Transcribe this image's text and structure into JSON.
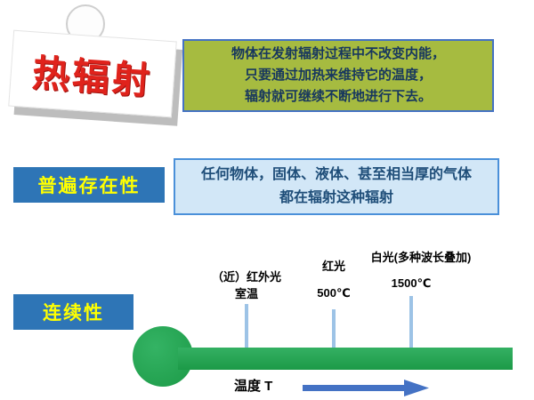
{
  "slide": {
    "title": "热辐射",
    "intro": {
      "lines": [
        "物体在发射辐射过程中不改变内能，",
        "只要通过加热来维持它的温度，",
        "辐射就可继续不断地进行下去。"
      ]
    },
    "ubiquity": {
      "label": "普遍存在性",
      "lines": [
        "任何物体，固体、液体、甚至相当厚的气体",
        "都在辐射这种辐射"
      ]
    },
    "continuity": {
      "label": "连续性"
    },
    "thermometer": {
      "ticks": [
        {
          "name": "（近）红外光",
          "temp": "室温"
        },
        {
          "name": "红光",
          "temp": "500℃"
        },
        {
          "name": "白光(多种波长叠加)",
          "temp": "1500℃"
        }
      ],
      "axis_label": "温度 T"
    }
  },
  "colors": {
    "title_text": "#e0231c",
    "intro_bg": "#a6bb40",
    "intro_border": "#4472c4",
    "intro_text": "#17375e",
    "label_bg": "#2e75b6",
    "label_text": "#ffff00",
    "desc_bg": "#d2e7f7",
    "desc_border": "#4a90d9",
    "desc_text": "#1f4e79",
    "thermometer_green": "#23a455",
    "tick_line": "#9dc3e6",
    "arrow": "#4472c4"
  }
}
